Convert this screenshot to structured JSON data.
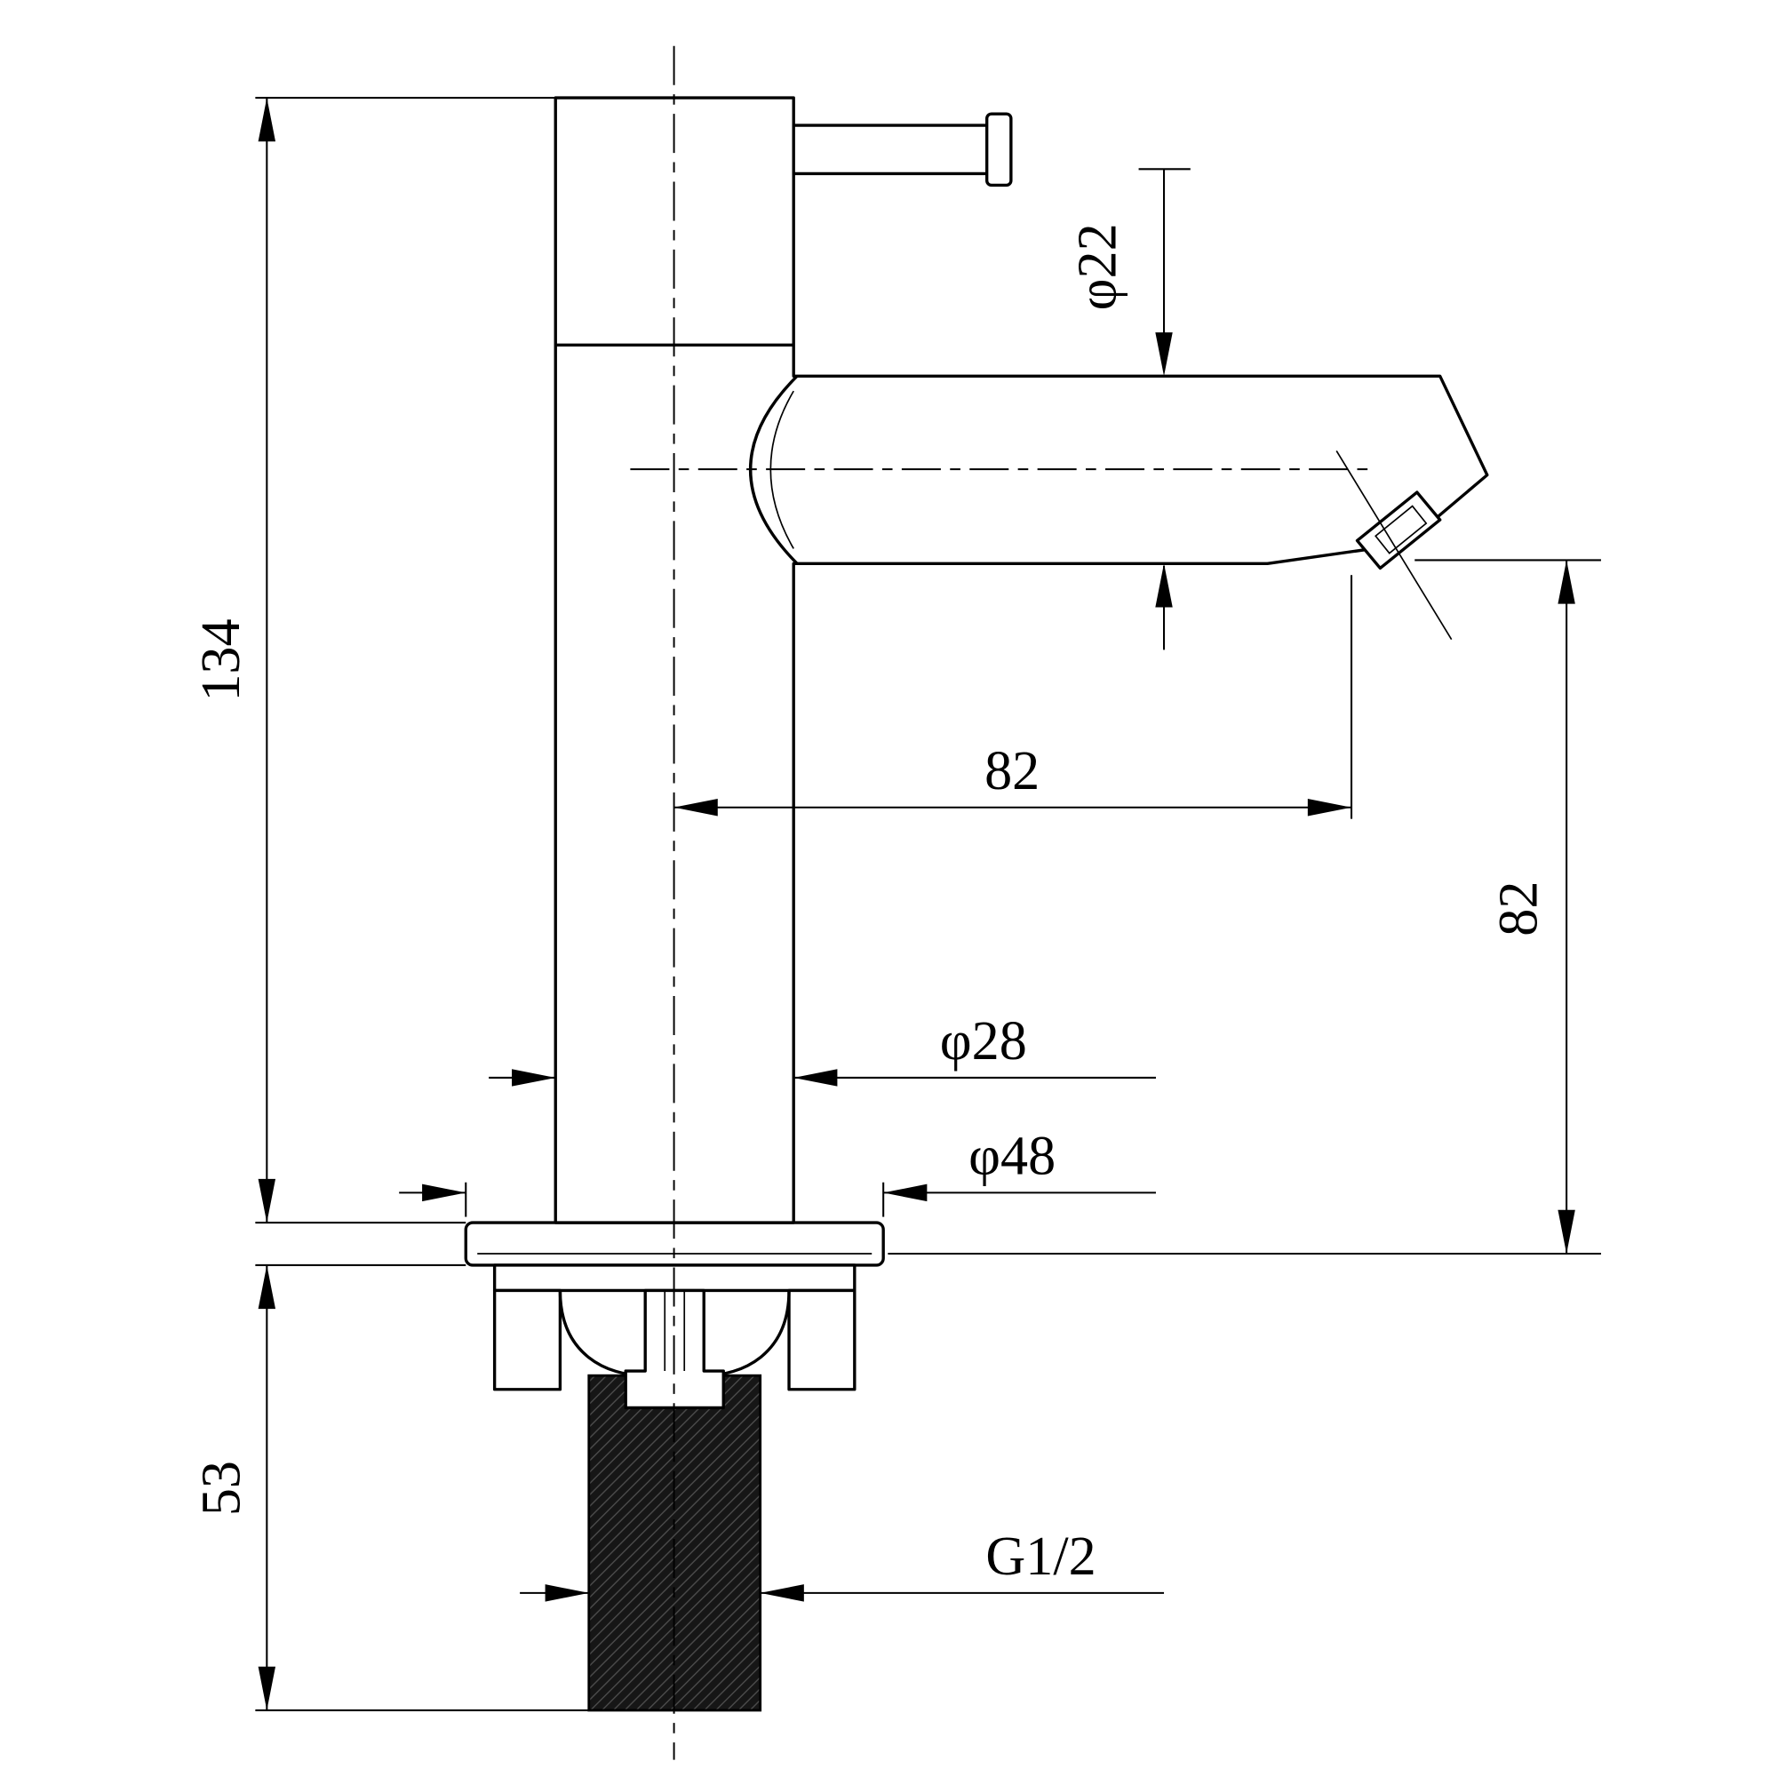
{
  "drawing": {
    "background": "#ffffff",
    "line_color": "#000000",
    "thread_fill": "#161616",
    "dimensions": {
      "body_height": "134",
      "thread_length": "53",
      "spout_reach": "82",
      "spout_height": "82",
      "spout_diameter": "φ22",
      "body_diameter": "φ28",
      "base_diameter": "φ48",
      "thread_size": "G1/2"
    }
  }
}
